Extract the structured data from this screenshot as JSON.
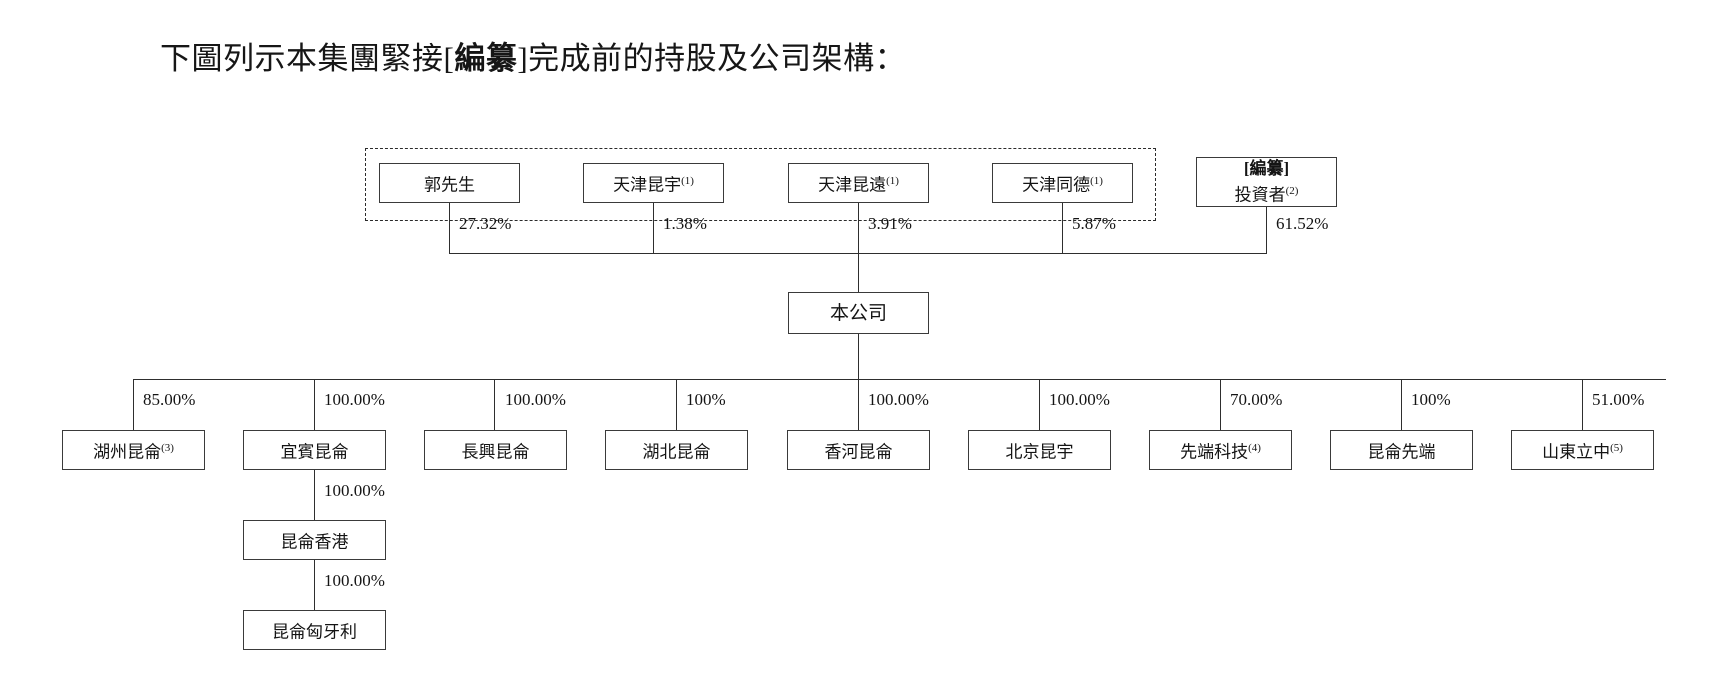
{
  "title": {
    "lead": "下圖列示本集團緊接[",
    "bracket_bold": "編纂",
    "tail": "]完成前的持股及公司架構："
  },
  "shareholders": [
    {
      "name": "郭先生",
      "sup": "",
      "pct": "27.32%"
    },
    {
      "name": "天津昆宇",
      "sup": "(1)",
      "pct": "1.38%"
    },
    {
      "name": "天津昆遠",
      "sup": "(1)",
      "pct": "3.91%"
    },
    {
      "name": "天津同德",
      "sup": "(1)",
      "pct": "5.87%"
    },
    {
      "name": "投資者",
      "sup": "(2)",
      "pct": "61.52%",
      "bold_line": "[編纂]"
    }
  ],
  "company": {
    "name": "本公司"
  },
  "subsidiaries": [
    {
      "name": "湖州昆侖",
      "sup": "(3)",
      "pct": "85.00%"
    },
    {
      "name": "宜賓昆侖",
      "sup": "",
      "pct": "100.00%"
    },
    {
      "name": "長興昆侖",
      "sup": "",
      "pct": "100.00%"
    },
    {
      "name": "湖北昆侖",
      "sup": "",
      "pct": "100%"
    },
    {
      "name": "香河昆侖",
      "sup": "",
      "pct": "100.00%"
    },
    {
      "name": "北京昆宇",
      "sup": "",
      "pct": "100.00%"
    },
    {
      "name": "先端科技",
      "sup": "(4)",
      "pct": "70.00%"
    },
    {
      "name": "昆侖先端",
      "sup": "",
      "pct": "100%"
    },
    {
      "name": "山東立中",
      "sup": "(5)",
      "pct": "51.00%"
    }
  ],
  "sub_chain": [
    {
      "name": "昆侖香港",
      "sup": "",
      "pct": "100.00%"
    },
    {
      "name": "昆侖匈牙利",
      "sup": "",
      "pct": "100.00%"
    }
  ],
  "colors": {
    "box_border": "#3a3a3a",
    "line": "#2e2e2e",
    "text": "#141414",
    "background": "#ffffff"
  }
}
